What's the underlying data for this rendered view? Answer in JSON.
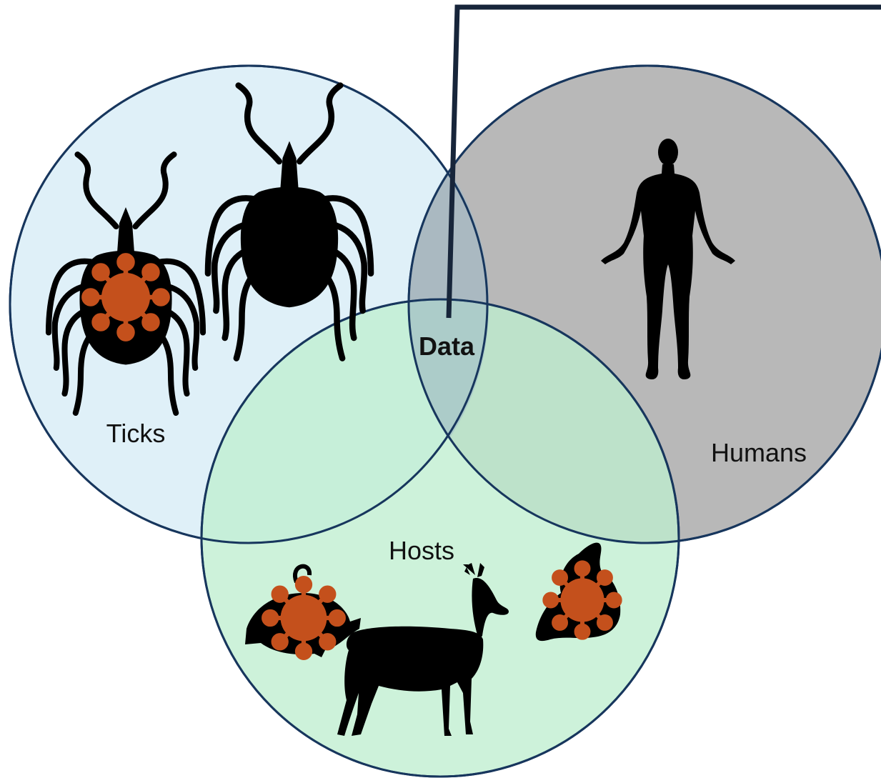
{
  "diagram": {
    "sets": [
      {
        "key": "ticks",
        "label": "Ticks",
        "fill": "#dff0f8",
        "stroke": "#17365d"
      },
      {
        "key": "humans",
        "label": "Humans",
        "fill": "#b8b8b8",
        "stroke": "#17365d"
      },
      {
        "key": "hosts",
        "label": "Hosts",
        "fill": "#b2e8c6",
        "stroke": "#17365d"
      }
    ],
    "center_label": "Data",
    "connector_color": "#17253a",
    "pathogen_color": "#c4501c",
    "silhouette_color": "#000000",
    "icons": [
      {
        "name": "infected-tick-icon",
        "set": "ticks"
      },
      {
        "name": "tick-icon",
        "set": "ticks"
      },
      {
        "name": "human-silhouette-icon",
        "set": "humans"
      },
      {
        "name": "infected-rodent-icon",
        "set": "hosts"
      },
      {
        "name": "deer-icon",
        "set": "hosts"
      },
      {
        "name": "infected-bird-icon",
        "set": "hosts"
      }
    ]
  }
}
